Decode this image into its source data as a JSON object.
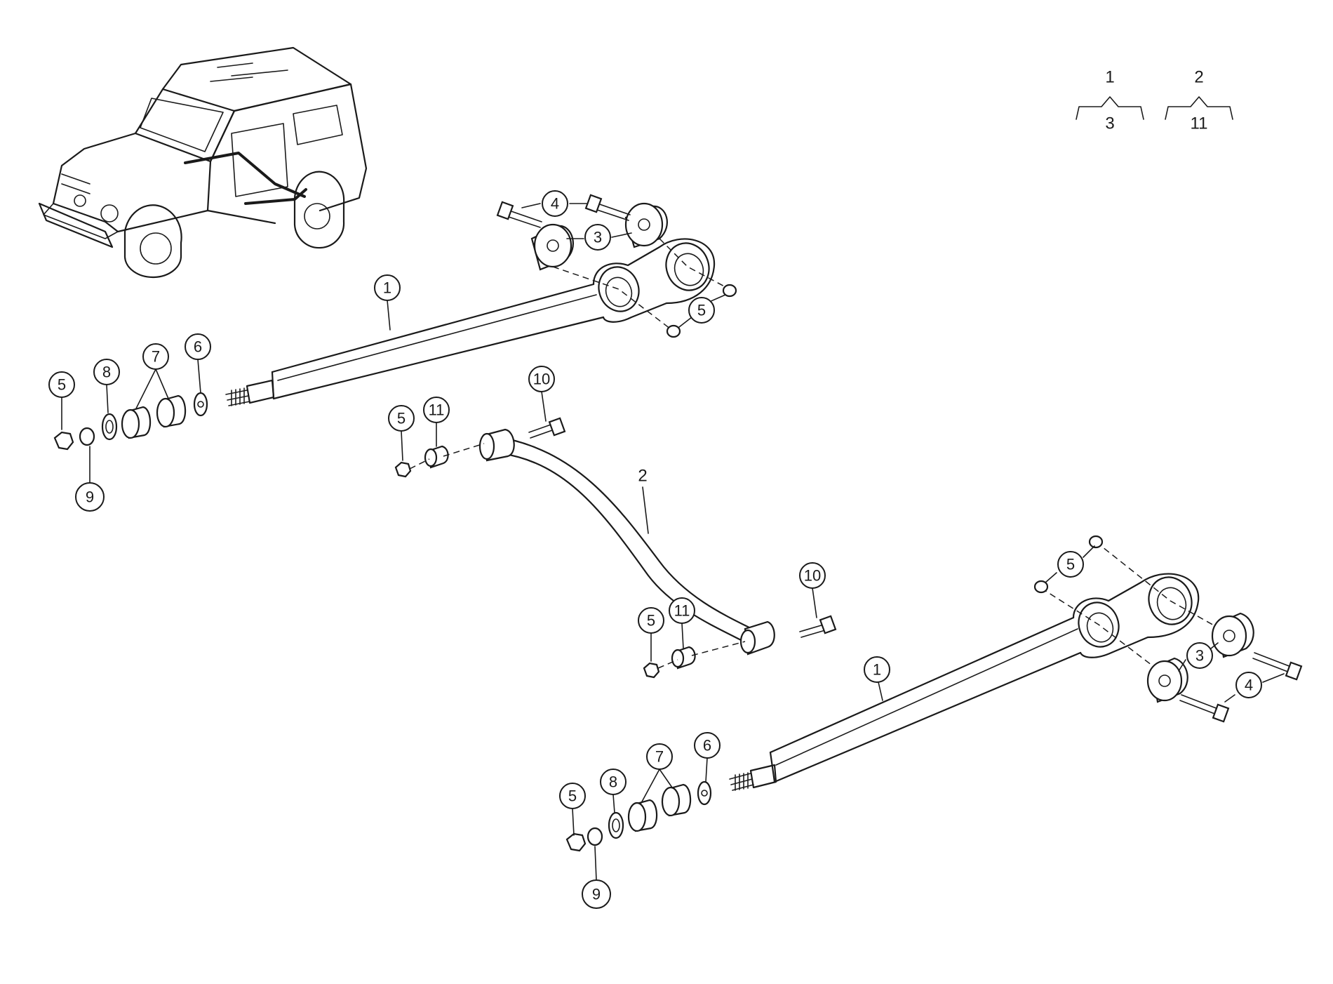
{
  "legend": {
    "group1": {
      "parent": "1",
      "child": "3"
    },
    "group2": {
      "parent": "2",
      "child": "11"
    }
  },
  "callouts": {
    "upper_arm": "1",
    "upper_bushing": "3",
    "upper_bolt": "4",
    "upper_nut_right": "5",
    "upper_nut_left": "5",
    "upper_washer6": "6",
    "upper_rubber7": "7",
    "upper_disc8": "8",
    "upper_washer9": "9",
    "rod": "2",
    "rod_bolt_top": "10",
    "rod_sleeve_top": "11",
    "rod_nut_top": "5",
    "rod_bolt_bottom": "10",
    "rod_sleeve_bottom": "11",
    "rod_nut_bottom": "5",
    "lower_arm": "1",
    "lower_nut_right": "5",
    "lower_bushing": "3",
    "lower_bolt": "4",
    "lower_washer6": "6",
    "lower_rubber7": "7",
    "lower_disc8": "8",
    "lower_nut_left": "5",
    "lower_washer9": "9"
  }
}
